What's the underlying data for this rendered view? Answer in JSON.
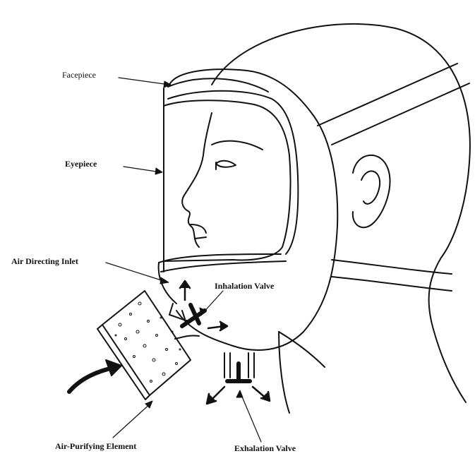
{
  "labels": {
    "facepiece": "Facepiece",
    "eyepiece": "Eyepiece",
    "air_directing_inlet": "Air Directing Inlet",
    "inhalation_valve": "Inhalation Valve",
    "air_purifying_element": "Air-Purifying Element",
    "exhalation_valve": "Exhalation Valve"
  },
  "colors": {
    "line": "#111111",
    "background": "#ffffff"
  }
}
